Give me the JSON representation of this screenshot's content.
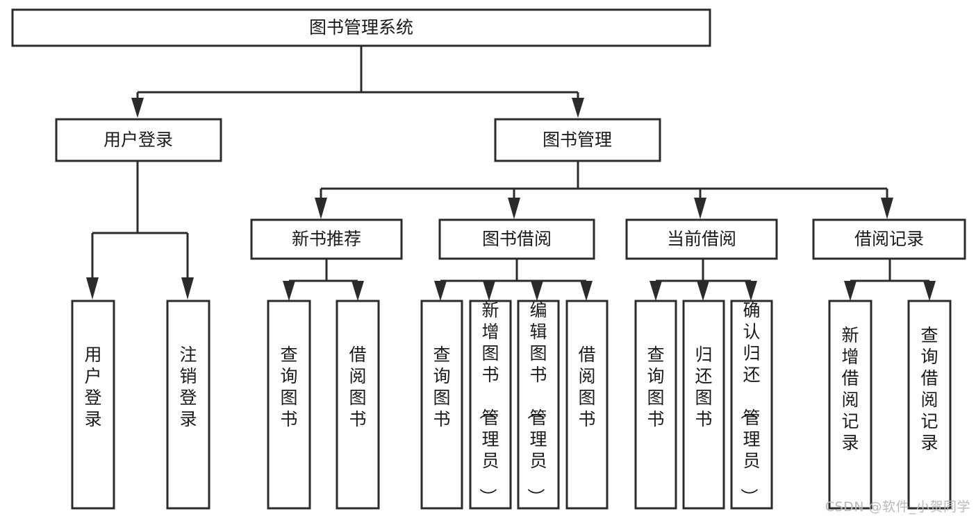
{
  "diagram": {
    "type": "tree-hierarchy-chart",
    "title_node": "图书管理系统",
    "orientation": "top-down",
    "colors": {
      "box_fill": "#ffffff",
      "box_stroke": "#2b2b2b",
      "text": "#1a1a1a",
      "background": "#ffffff",
      "watermark": "#b9b9b9"
    },
    "nodes": {
      "root": {
        "label": "图书管理系统",
        "level": 0,
        "text_orientation": "horizontal"
      },
      "level1": [
        {
          "id": "user-login",
          "label": "用户登录",
          "text_orientation": "horizontal"
        },
        {
          "id": "book-management",
          "label": "图书管理",
          "text_orientation": "horizontal"
        }
      ],
      "level2": [
        {
          "id": "new-book-recommend",
          "label": "新书推荐",
          "parent": "book-management",
          "text_orientation": "horizontal"
        },
        {
          "id": "book-borrow",
          "label": "图书借阅",
          "parent": "book-management",
          "text_orientation": "horizontal"
        },
        {
          "id": "current-borrow",
          "label": "当前借阅",
          "parent": "book-management",
          "text_orientation": "horizontal"
        },
        {
          "id": "borrow-record",
          "label": "借阅记录",
          "parent": "book-management",
          "text_orientation": "horizontal"
        }
      ],
      "leaves": [
        {
          "id": "leaf-user-login",
          "label": "用户登录",
          "parent": "user-login",
          "text_orientation": "vertical"
        },
        {
          "id": "leaf-user-logout",
          "label": "注销登录",
          "parent": "user-login",
          "text_orientation": "vertical"
        },
        {
          "id": "leaf-query-book-1",
          "label": "查询图书",
          "parent": "new-book-recommend",
          "text_orientation": "vertical"
        },
        {
          "id": "leaf-borrow-book-1",
          "label": "借阅图书",
          "parent": "new-book-recommend",
          "text_orientation": "vertical"
        },
        {
          "id": "leaf-query-book-2",
          "label": "查询图书",
          "parent": "book-borrow",
          "text_orientation": "vertical"
        },
        {
          "id": "leaf-add-book",
          "label": "新增图书（管理员）",
          "parent": "book-borrow",
          "text_orientation": "vertical"
        },
        {
          "id": "leaf-edit-book",
          "label": "编辑图书（管理员）",
          "parent": "book-borrow",
          "text_orientation": "vertical"
        },
        {
          "id": "leaf-borrow-book-2",
          "label": "借阅图书",
          "parent": "book-borrow",
          "text_orientation": "vertical"
        },
        {
          "id": "leaf-query-book-3",
          "label": "查询图书",
          "parent": "current-borrow",
          "text_orientation": "vertical"
        },
        {
          "id": "leaf-return-book",
          "label": "归还图书",
          "parent": "current-borrow",
          "text_orientation": "vertical"
        },
        {
          "id": "leaf-confirm-return",
          "label": "确认归还（管理员）",
          "parent": "current-borrow",
          "text_orientation": "vertical"
        },
        {
          "id": "leaf-add-record",
          "label": "新增借阅记录",
          "parent": "borrow-record",
          "text_orientation": "vertical"
        },
        {
          "id": "leaf-query-record",
          "label": "查询借阅记录",
          "parent": "borrow-record",
          "text_orientation": "vertical"
        }
      ]
    },
    "watermark": "CSDN @软件_小贺同学"
  }
}
